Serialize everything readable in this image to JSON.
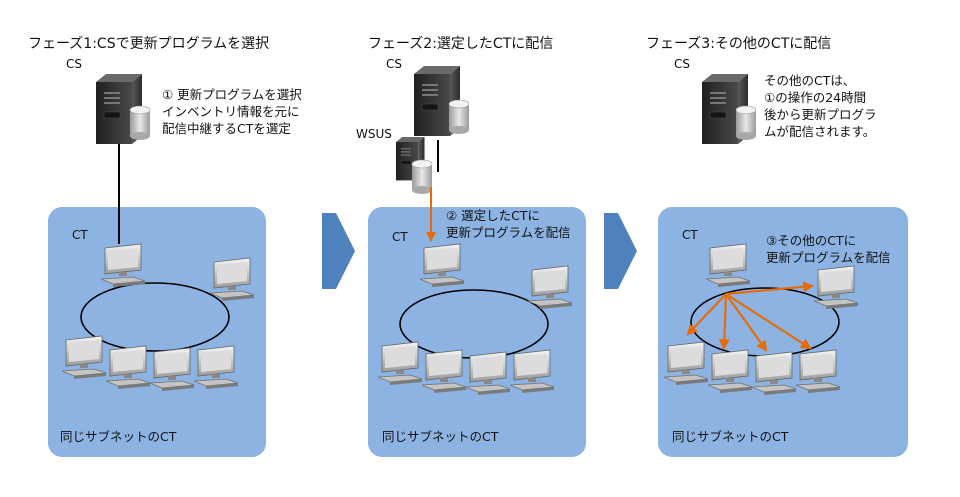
{
  "phases": [
    {
      "title": "フェーズ1:CSで更新プログラムを選択",
      "server_label": "CS",
      "ct_label": "CT",
      "note": [
        "① 更新プログラムを選択",
        "インベントリ情報を元に",
        "配信中継するCTを選定"
      ],
      "subnet_label": "同じサブネットのCT"
    },
    {
      "title": "フェーズ2:選定したCTに配信",
      "server_label": "CS",
      "wsus_label": "WSUS",
      "ct_label": "CT",
      "note": [
        "② 選定したCTに",
        "更新プログラムを配信"
      ],
      "subnet_label": "同じサブネットのCT"
    },
    {
      "title": "フェーズ3:その他のCTに配信",
      "server_label": "CS",
      "ct_label": "CT",
      "note": [
        "その他のCTは、",
        "①の操作の24時間",
        "後から更新プログラ",
        "ムが配信されます。"
      ],
      "note2": [
        "③その他のCTに",
        "更新プログラムを配信"
      ],
      "subnet_label": "同じサブネットのCT"
    }
  ],
  "colors": {
    "subnet_bg": "#8db3e2",
    "arrow_blue": "#4f81bd",
    "distribution_arrow": "#e46c0a",
    "server_dark": "#2e2e2e"
  },
  "icons": [
    "server-icon",
    "database-icon",
    "computer-icon",
    "phase-arrow-icon"
  ]
}
